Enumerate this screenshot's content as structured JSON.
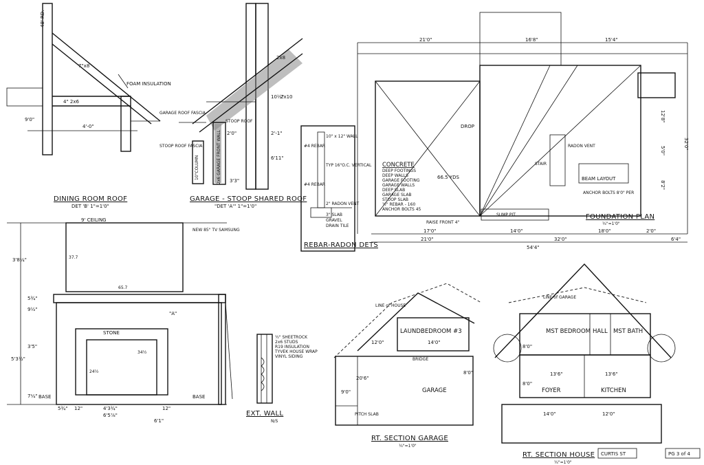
{
  "details": {
    "dining_room_roof": {
      "title": "DINING ROOM ROOF",
      "subtitle": "DET 'B'  1\"=1'0\"",
      "labels": {
        "foam": "FOAM INSULATION",
        "pitch": "7\"x8",
        "rafter": "4\" 2x6",
        "height": "9'0\"",
        "span": "4'-0\"",
        "top": "48' RD."
      }
    },
    "garage_stoop": {
      "title": "GARAGE - STOOP SHARED ROOF",
      "subtitle": "\"DET 'A'\"  1\"=1'0\"",
      "labels": {
        "garage_roof_fascia": "GARAGE ROOF FASCIA",
        "stoop_roof_fascia": "STOOP ROOF FASCIA",
        "stoop_roof": "STOOP ROOF",
        "column": "10\"COLUMN",
        "wall": "2x6 GARAGE FRONT WALL",
        "span1": "2'0\"",
        "span2": "3'3\"",
        "h1": "10½\"",
        "h2": "2'-1\"",
        "h3": "6'11\"",
        "rafter": "2x8",
        "beam": "2x10"
      }
    },
    "rebar_radon": {
      "title": "REBAR-RADON DETS",
      "labels": {
        "a": "10\" x 12\" WALL",
        "b": "#4 REBAR",
        "c": "TYP 16\"O.C. VERTICAL",
        "d": "#4 REBAR",
        "e": "2\" RADON VENT",
        "f": "3\" SLAB",
        "g": "GRAVEL",
        "h": "DRAIN TILE"
      }
    }
  },
  "foundation_plan": {
    "title": "FOUNDATION PLAN",
    "scale": "¼\"=1'0\"",
    "concrete_title": "CONCRETE",
    "concrete_items": [
      "DEEP FOOTINGS",
      "DEEP WALLS",
      "GARAGE FOOTING",
      "GARAGE WALLS",
      "DEEP SLAB",
      "GARAGE SLAB",
      "STOOP SLAB",
      "½\" REBAR - 160",
      "ANCHOR BOLTS 45"
    ],
    "concrete_note": "66.5 YDS",
    "beam_layout": "BEAM LAYOUT",
    "stair": "STAIR",
    "radon_vent": "RADON VENT",
    "drop": "DROP",
    "raise_front": "RAISE FRONT 4\"",
    "dims_top": [
      "21'0\"",
      "16'8\"",
      "15'4\""
    ],
    "dims_bottom": [
      "17'0\"",
      "14'0\"",
      "18'0\"",
      "2'0\"",
      "6'4\""
    ],
    "dims_total": [
      "21'0\"",
      "32'0\"",
      "54'4\""
    ],
    "dims_side": [
      "32'0\"",
      "8'2\"",
      "5'0\"",
      "12'8\""
    ],
    "anchor_note": "ANCHOR BOLTS 8'0\" PER",
    "sump": "SUMP PIT"
  },
  "fireplace": {
    "ceiling": "9' CEILING",
    "tv_note": "NEW 85\" TV SAMSUNG",
    "tv_w": "65.7",
    "tv_h": "37.7",
    "stone": "STONE",
    "base_left": "BASE",
    "base_right": "BASE",
    "dims_left": [
      "3'8¼\"",
      "5¾\"",
      "9½\"",
      "3'5\"",
      "5'3½\"",
      "7¼\""
    ],
    "dims_bottom": [
      "5¾\"",
      "12\"",
      "4'3¾\"",
      "12\"",
      "6'5⅞\"",
      "6'1\""
    ],
    "label_a": "\"A\"",
    "opening": "34½",
    "opening_h": "24½"
  },
  "ext_wall": {
    "title": "EXT. WALL",
    "scale": "N/S",
    "notes": [
      "½\" SHEETROCK",
      "2x6 STUDS",
      "R19 INSULATION",
      "TYVEK HOUSE WRAP",
      "VINYL SIDING"
    ]
  },
  "section_garage": {
    "title": "RT. SECTION GARAGE",
    "scale": "¼\"=1'0\"",
    "line": "LINE of HOUSE",
    "laund": "LAUND.",
    "bedroom": "BEDROOM #3",
    "garage": "GARAGE",
    "pitch_slab": "PITCH SLAB",
    "bridge": "BRIDGE",
    "dims": [
      "14'0\"",
      "12'0\"",
      "9'0\"",
      "20'6\"",
      "8'0\""
    ]
  },
  "section_house": {
    "title": "RT. SECTION HOUSE",
    "scale": "¼\"=1'0\"",
    "line": "LINE of GARAGE",
    "mst_bedroom": "MST BEDROOM",
    "hall": "HALL",
    "mst_bath": "MST BATH",
    "foyer": "FOYER",
    "kitchen": "KITCHEN",
    "dims": [
      "13'6\"",
      "13'6\"",
      "14'0\"",
      "12'0\"",
      "8'0\"",
      "8'0\""
    ]
  },
  "title_block": {
    "name": "CURTIS ST",
    "page": "PG 3 of 4"
  }
}
